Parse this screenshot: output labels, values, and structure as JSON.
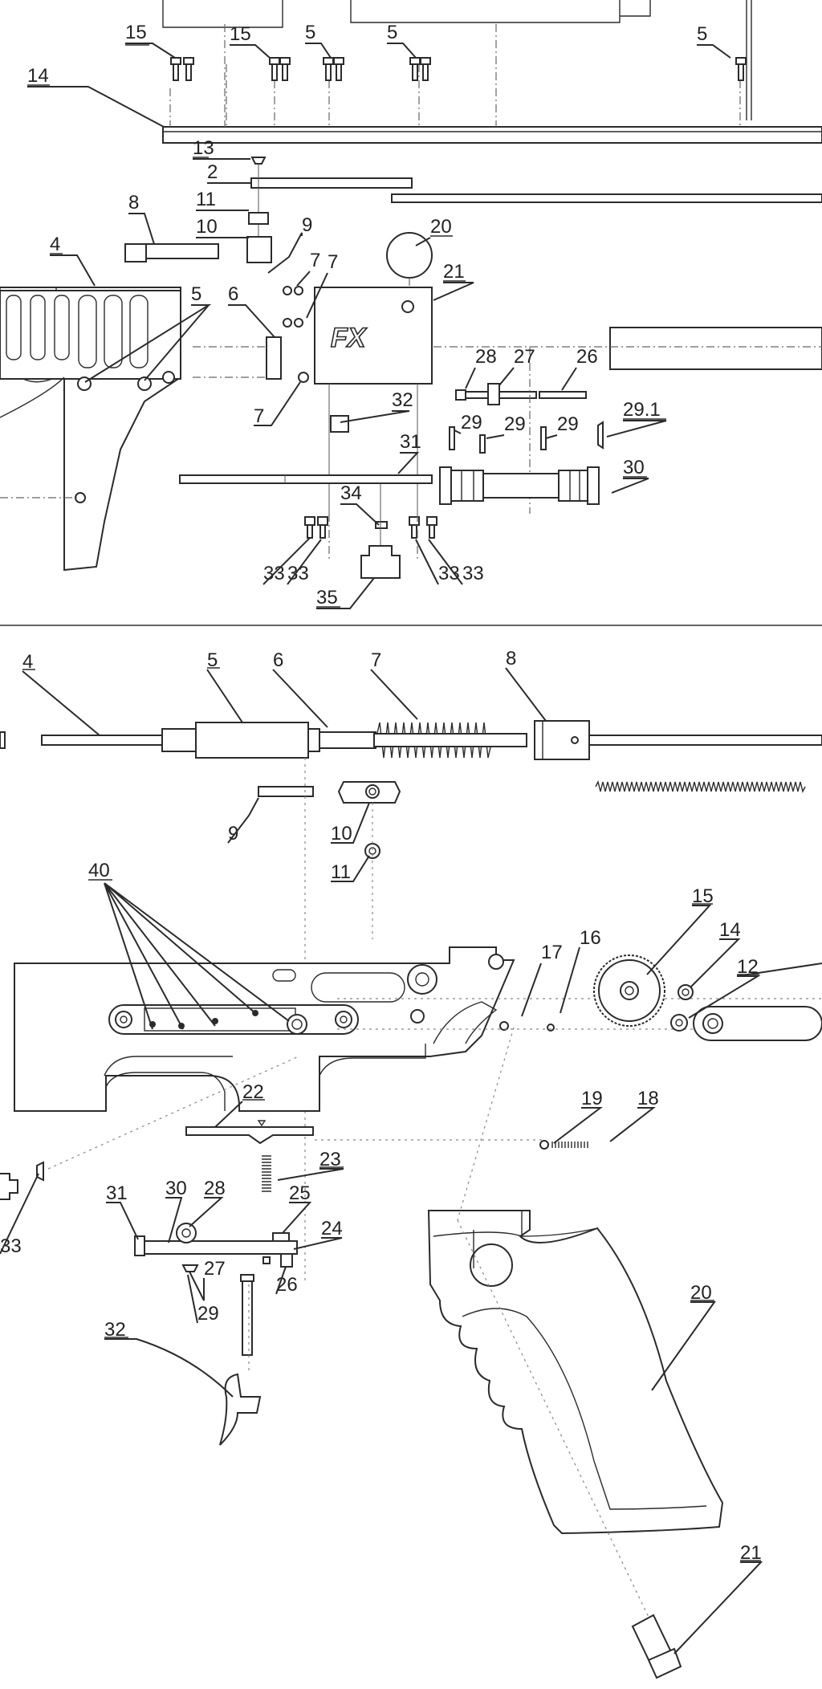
{
  "panels": [
    {
      "id": "upper",
      "callouts": [
        "15",
        "15",
        "5",
        "5",
        "5",
        "14",
        "13",
        "2",
        "11",
        "10",
        "8",
        "9",
        "4",
        "5",
        "6",
        "7",
        "7",
        "7",
        "20",
        "21",
        "28",
        "27",
        "26",
        "32",
        "29",
        "29",
        "29",
        "29.1",
        "31",
        "30",
        "34",
        "33",
        "33",
        "33",
        "33",
        "35"
      ],
      "logo_text": "FX"
    },
    {
      "id": "lower",
      "callouts": [
        "4",
        "5",
        "6",
        "7",
        "8",
        "9",
        "10",
        "11",
        "40",
        "17",
        "16",
        "15",
        "14",
        "12",
        "22",
        "19",
        "18",
        "23",
        "33",
        "31",
        "30",
        "28",
        "25",
        "24",
        "27",
        "26",
        "29",
        "20",
        "32",
        "21"
      ]
    }
  ]
}
